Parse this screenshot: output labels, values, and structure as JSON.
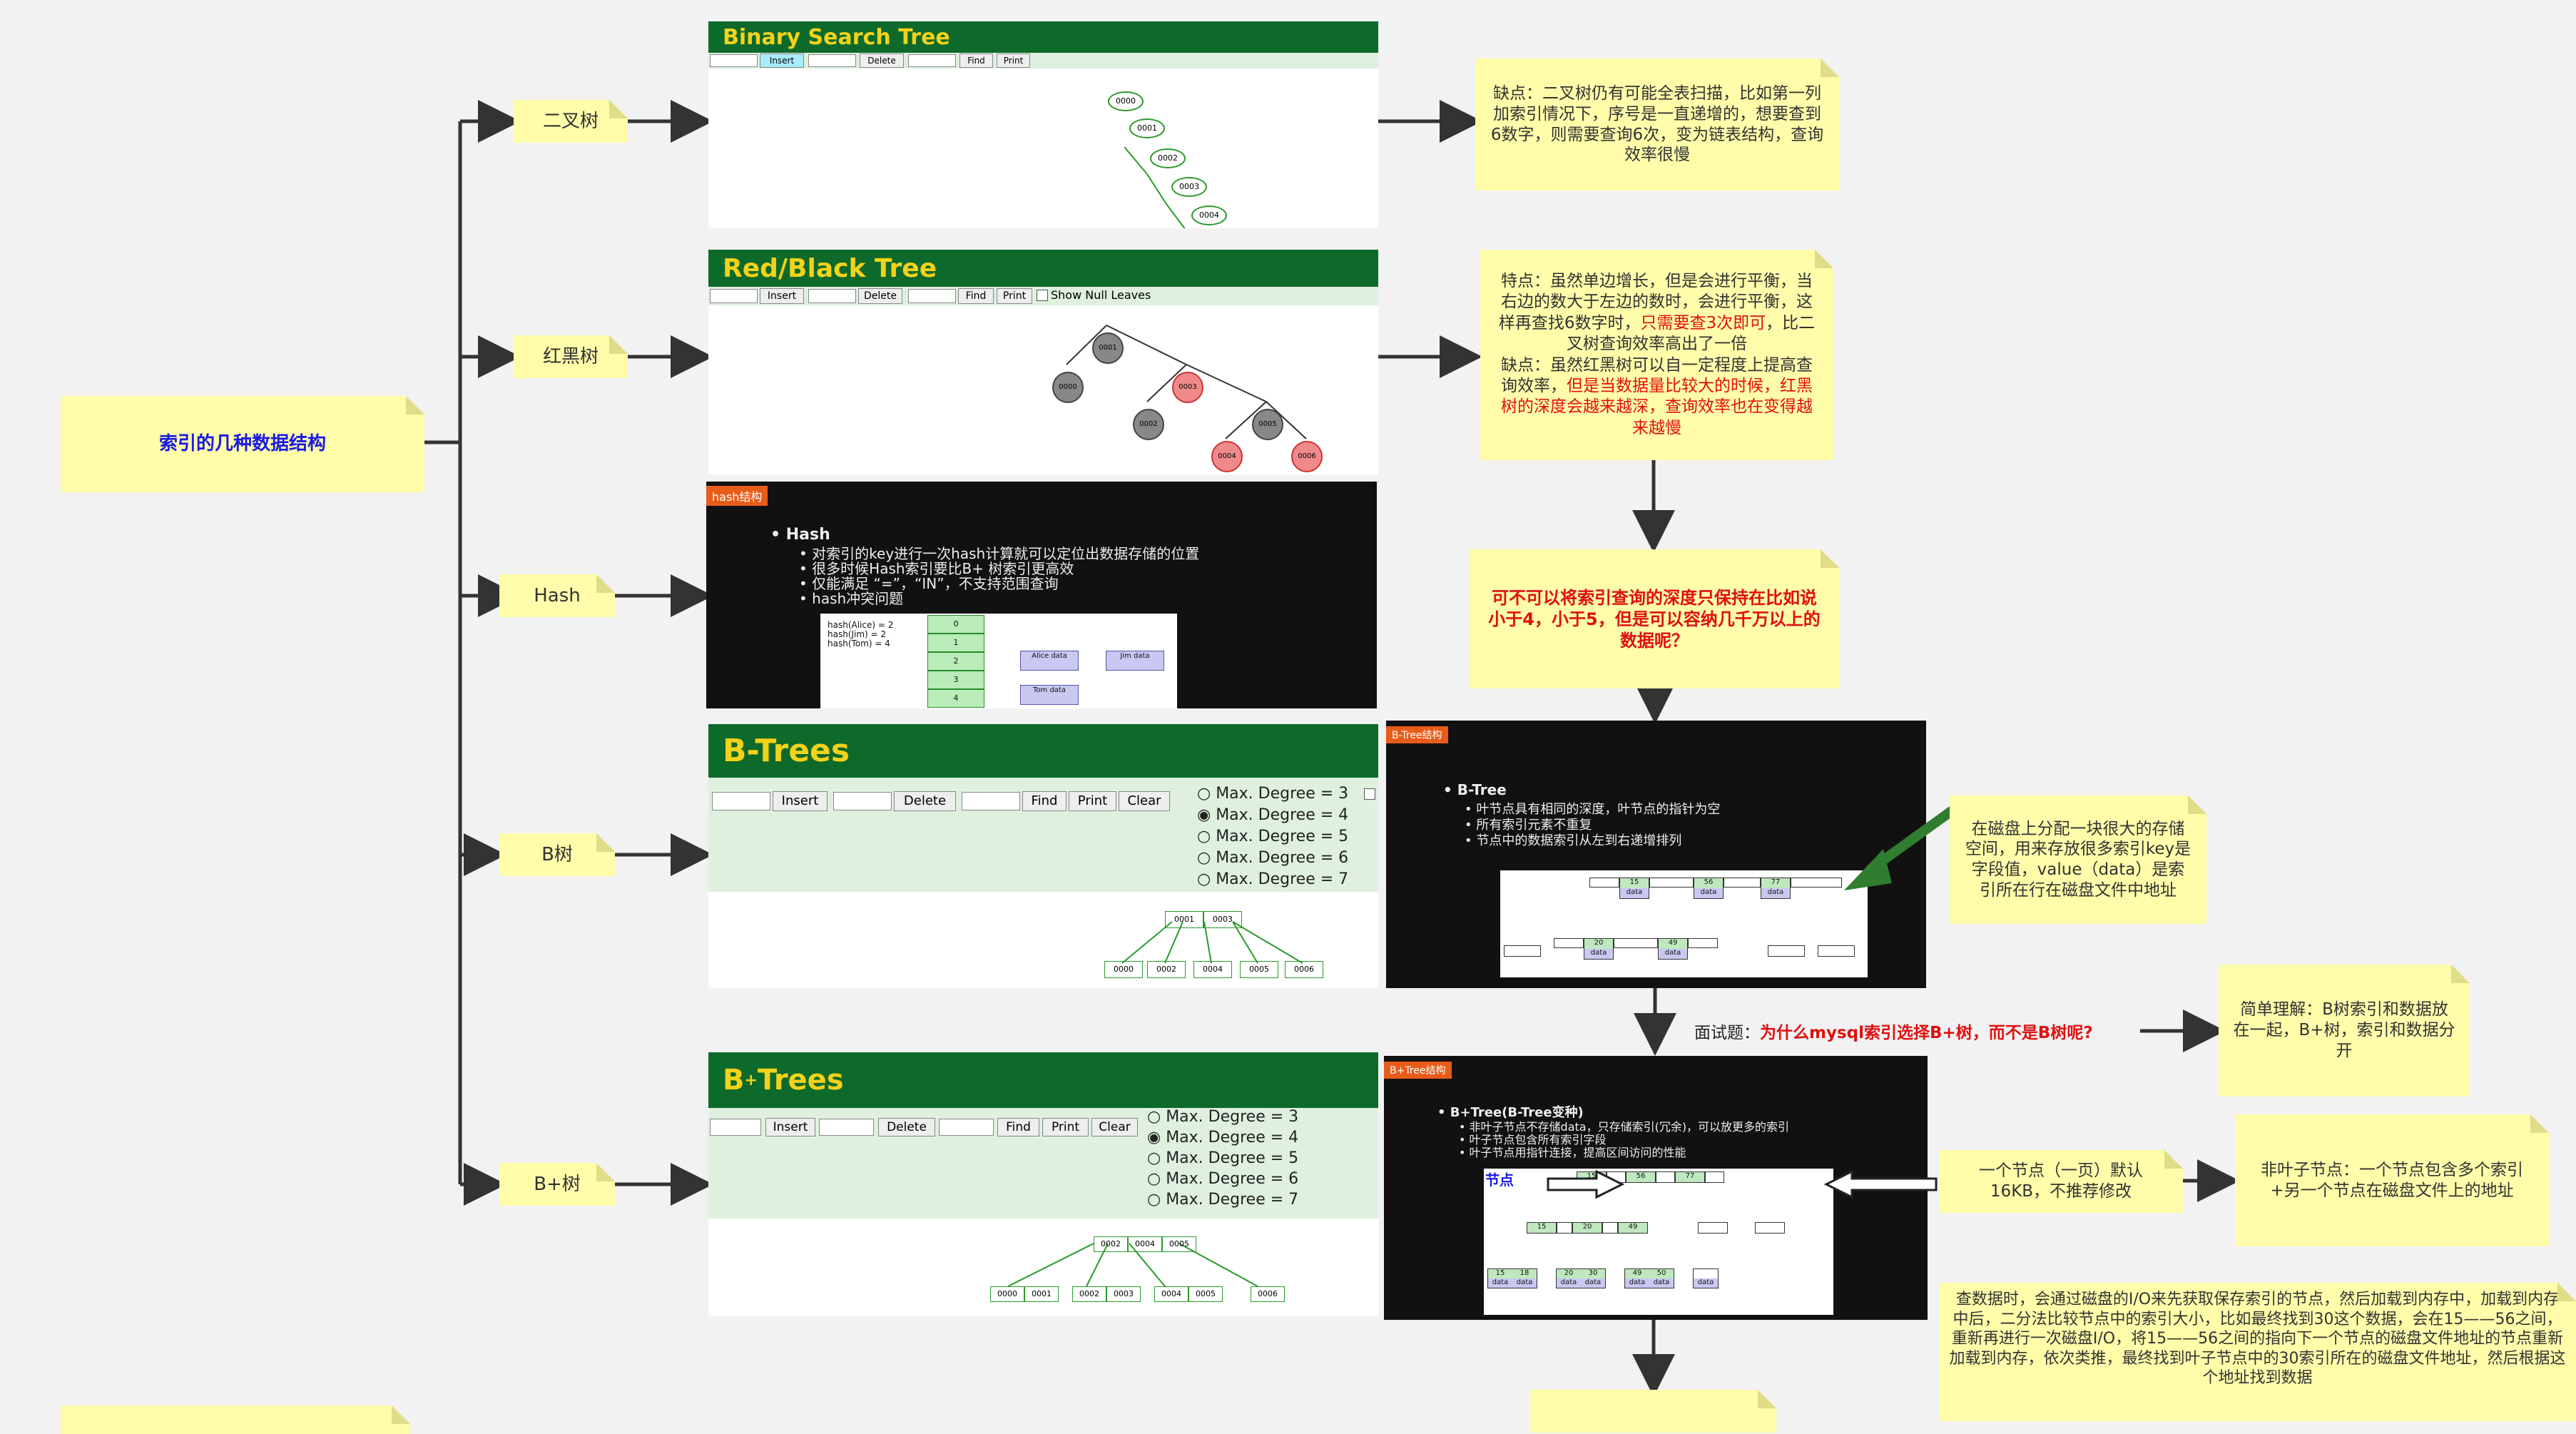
{
  "root": {
    "label": "索引的几种数据结构"
  },
  "branches": {
    "binary": "二叉树",
    "rbtree": "红黑树",
    "hash": "Hash",
    "btree": "B树",
    "bplus": "B+树"
  },
  "bst_panel": {
    "title": "Binary Search Tree",
    "buttons": [
      "Insert",
      "Delete",
      "Find",
      "Print"
    ],
    "nodes": [
      "0000",
      "0001",
      "0002",
      "0003",
      "0004"
    ]
  },
  "rb_panel": {
    "title": "Red/Black Tree",
    "buttons": [
      "Insert",
      "Delete",
      "Find",
      "Print"
    ],
    "checkbox": "Show Null Leaves",
    "nodes": [
      "0001",
      "0000",
      "0003",
      "0002",
      "0005",
      "0004",
      "0006"
    ]
  },
  "hash_panel": {
    "tag": "hash结构",
    "title": "Hash",
    "bullets": [
      "对索引的key进行一次hash计算就可以定位出数据存储的位置",
      "很多时候Hash索引要比B+ 树索引更高效",
      "仅能满足 “=”，“IN”，不支持范围查询",
      "hash冲突问题"
    ],
    "hash_lines": [
      "hash(Alice) = 2",
      "hash(Jim) = 2",
      "hash(Tom) = 4"
    ],
    "slots": [
      "0",
      "1",
      "2",
      "3",
      "4"
    ],
    "entries": [
      "Alice data",
      "Jim data",
      "Tom data"
    ]
  },
  "btree_panel": {
    "title": "B-Trees",
    "buttons": [
      "Insert",
      "Delete",
      "Find",
      "Print",
      "Clear"
    ],
    "degrees": [
      "Max. Degree = 3",
      "Max. Degree = 4",
      "Max. Degree = 5",
      "Max. Degree = 6",
      "Max. Degree = 7"
    ],
    "root_keys": [
      "0001",
      "0003"
    ],
    "leaves": [
      "0000",
      "0002",
      "0004",
      "0005",
      "0006"
    ]
  },
  "btree_dark": {
    "tag": "B-Tree结构",
    "title": "B-Tree",
    "bullets": [
      "叶节点具有相同的深度，叶节点的指针为空",
      "所有索引元素不重复",
      "节点中的数据索引从左到右递增排列"
    ],
    "keys": [
      "15",
      "56",
      "77"
    ],
    "data": "data",
    "sub_keys": [
      "20",
      "49"
    ]
  },
  "bplus_panel": {
    "title": "B",
    "title_sup": "+",
    "title_tail": " Trees",
    "buttons": [
      "Insert",
      "Delete",
      "Find",
      "Print",
      "Clear"
    ],
    "degrees": [
      "Max. Degree = 3",
      "Max. Degree = 4",
      "Max. Degree = 5",
      "Max. Degree = 6",
      "Max. Degree = 7"
    ],
    "root_keys": [
      "0002",
      "0004",
      "0005"
    ],
    "leaves": [
      "0000",
      "0001",
      "0002",
      "0003",
      "0004",
      "0005",
      "0006"
    ]
  },
  "bplus_dark": {
    "tag": "B+Tree结构",
    "title": "B+Tree(B-Tree变种)",
    "bullets": [
      "非叶子节点不存储data，只存储索引(冗余)，可以放更多的索引",
      "叶子节点包含所有索引字段",
      "叶子节点用指针连接，提高区间访问的性能"
    ],
    "node_label": "节点",
    "top_keys": [
      "15",
      "56",
      "77"
    ],
    "mid_keys": [
      "15",
      "20",
      "49"
    ],
    "leaf_keys": [
      "15",
      "18",
      "20",
      "30",
      "49",
      "50"
    ],
    "data": "data"
  },
  "notes": {
    "binary_note": "缺点：二叉树仍有可能全表扫描，比如第一列加索引情况下，序号是一直递增的，想要查到6数字，则需要查询6次，变为链表结构，查询效率很慢",
    "rb_note_1": "特点：虽然单边增长，但是会进行平衡，当右边的数大于左边的数时，会进行平衡，这样再查找6数字时，",
    "rb_note_red1": "只需要查3次即可",
    "rb_note_2": "，比二叉树查询效率高出了一倍",
    "rb_note_3": "缺点：虽然红黑树可以自一定程度上提高查询效率，",
    "rb_note_red2": "但是当数据量比较大的时候，红黑树的深度会越来越深，查询效率也在变得越来越慢",
    "question": "可不可以将索引查询的深度只保持在比如说小于4，小于5，但是可以容纳几千万以上的数据呢？",
    "disk_note": "在磁盘上分配一块很大的存储空间，用来存放很多索引key是字段值，value（data）是索引所在行在磁盘文件中地址",
    "interview_prefix": "面试题：",
    "interview_q": "为什么mysql索引选择B+树，而不是B树呢?",
    "simple_note": "简单理解：B树索引和数据放在一起，B+树，索引和数据分开",
    "node_size": "一个节点（一页）默认16KB，不推荐修改",
    "nonleaf_note": "非叶子节点：一个节点包含多个索引+另一个节点在磁盘文件上的地址",
    "query_note": "查数据时，会通过磁盘的I/O来先获取保存索引的节点，然后加载到内存中，加载到内存中后，二分法比较节点中的索引大小，比如最终找到30这个数据，会在15——56之间，重新再进行一次磁盘I/O，将15——56之间的指向下一个节点的磁盘文件地址的节点重新加载到内存，依次类推，最终找到叶子节点中的30索引所在的磁盘文件地址，然后根据这个地址找到数据"
  }
}
